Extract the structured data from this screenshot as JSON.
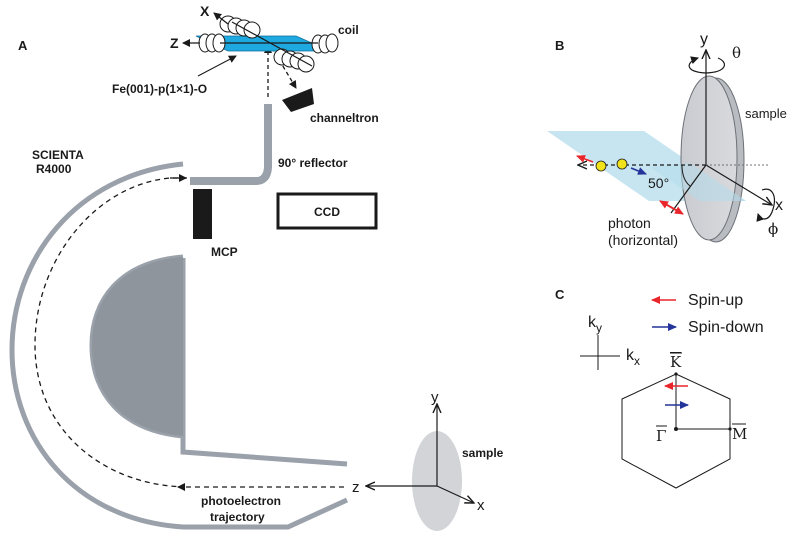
{
  "panel_a": {
    "label": "A",
    "axis_x_top": "X",
    "axis_z_top": "Z",
    "coil": "coil",
    "crystal": "Fe(001)-p(1×1)-O",
    "channeltron": "channeltron",
    "analyzer_line1": "SCIENTA",
    "analyzer_line2": "R4000",
    "reflector": "90° reflector",
    "ccd": "CCD",
    "mcp": "MCP",
    "trajectory_line1": "photoelectron",
    "trajectory_line2": "trajectory",
    "sample": "sample",
    "axis_y": "y",
    "axis_z": "z",
    "axis_x": "x"
  },
  "panel_b": {
    "label": "B",
    "axis_y": "y",
    "theta": "θ",
    "sample": "sample",
    "angle": "50°",
    "axis_x": "x",
    "phi": "ϕ",
    "photon_line1": "photon",
    "photon_line2": "(horizontal)"
  },
  "panel_c": {
    "label": "C",
    "legend_up": "Spin-up",
    "legend_down": "Spin-down",
    "ky": "k",
    "ky_sub": "y",
    "kx": "k",
    "kx_sub": "x",
    "point_k": "K",
    "point_m": "M",
    "point_gamma": "Γ"
  },
  "colors": {
    "analyzer_gray": "#9aa1aa",
    "hemisphere_gray": "#8f959c",
    "crystal_blue": "#1fa9e1",
    "spin_up": "#e8262b",
    "spin_down": "#25349a",
    "electron_yellow": "#f2e219",
    "plane_blue": "#b4dcec",
    "sample_gray": "#d2d4d8"
  }
}
